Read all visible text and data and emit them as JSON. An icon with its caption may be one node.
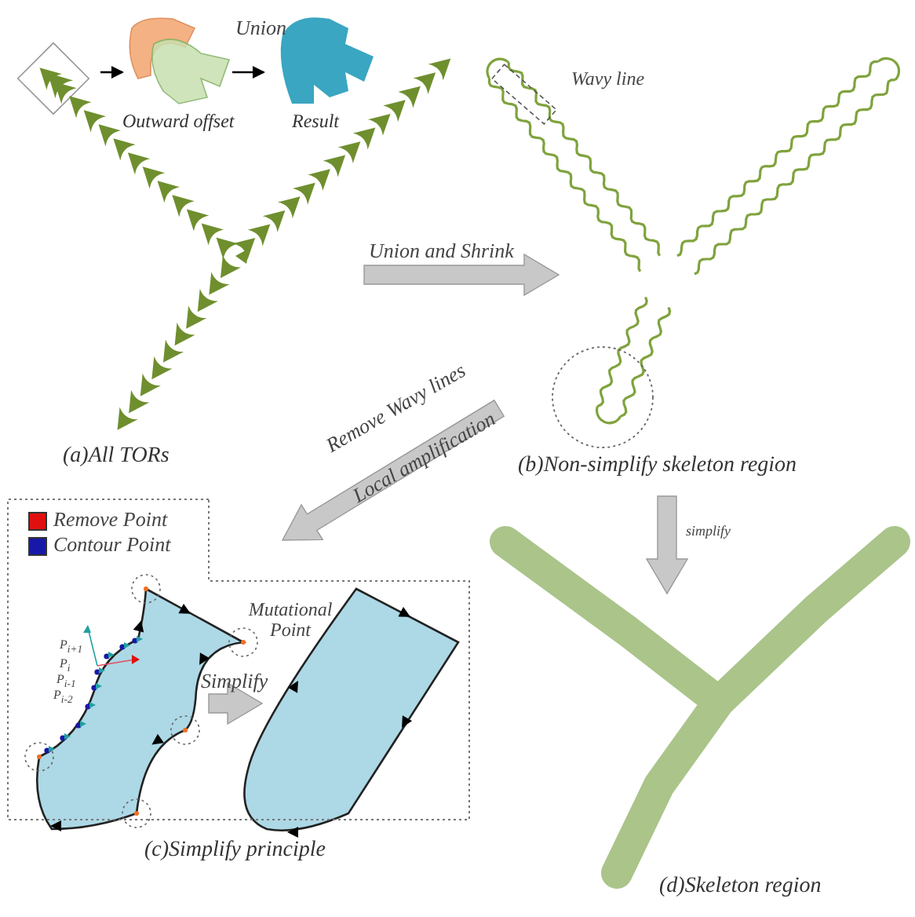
{
  "diagram": {
    "nodes": [
      {
        "text": [
          "(a)All TORs"
        ]
      },
      {
        "text": [
          "(b)Non-simplify skeleton region"
        ]
      },
      {
        "text": [
          "(c)Simplify principle"
        ]
      },
      {
        "text": [
          "(d)Skeleton region"
        ]
      },
      {
        "text": [],
        "shape": "picture",
        "in": 0
      },
      {
        "text": [
          "Outward offset"
        ],
        "in": 0
      },
      {
        "text": [
          "Result"
        ],
        "in": 0
      },
      {
        "text": [],
        "shape": "picture",
        "in": 2
      },
      {
        "text": [],
        "shape": "picture",
        "in": 2
      }
    ],
    "edges": [
      {
        "from": 4,
        "to": 5,
        "arrow": "to"
      },
      {
        "from": 5,
        "to": 6,
        "arrow": "to",
        "label": "Union"
      },
      {
        "from": 0,
        "to": 1,
        "arrow": "to",
        "label": "Union and Shrink",
        "style": "thick",
        "color": "#c8c8c8"
      },
      {
        "from": 1,
        "to": 2,
        "arrow": "to",
        "label": "Remove Wavy lines",
        "style": "thick",
        "color": "#c8c8c8"
      },
      {
        "from": 1,
        "to": 3,
        "arrow": "to",
        "label": "simplify",
        "style": "thick",
        "color": "#c8c8c8"
      },
      {
        "from": 7,
        "to": 8,
        "arrow": "to",
        "label": "Simplify",
        "style": "thick",
        "color": "#c8c8c8"
      }
    ],
    "labels": [
      "Wavy line",
      "Local amplification",
      "Mutational Point",
      "P$_{i+1}$",
      "P$_{i}$",
      "P$_{i-1}$",
      "P$_{i-2}$"
    ],
    "legend": [
      {
        "text": "Remove Point",
        "color": "#e01010"
      },
      {
        "text": "Contour Point",
        "color": "#1818a8"
      }
    ]
  }
}
